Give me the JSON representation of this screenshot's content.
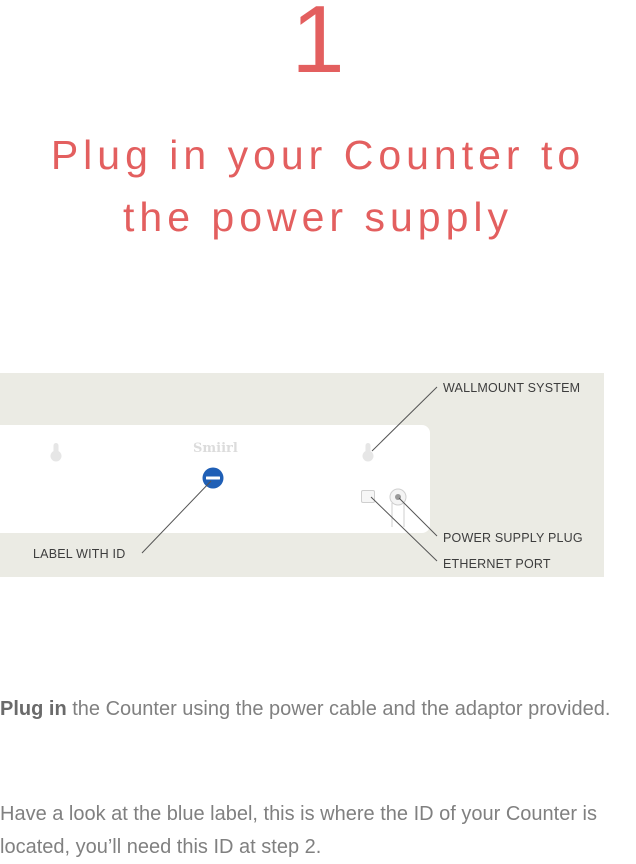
{
  "step": {
    "number": "1",
    "title_line1": "Plug in your Counter to",
    "title_line2": "the power supply"
  },
  "diagram": {
    "brand": "Smiirl",
    "callouts": {
      "wallmount": "WALLMOUNT SYSTEM",
      "power_plug": "POWER SUPPLY PLUG",
      "ethernet": "ETHERNET PORT",
      "label_id": "LABEL WITH ID"
    }
  },
  "instructions": {
    "para1_bold": "Plug in",
    "para1_rest": " the Counter using the power cable and the adaptor provided.",
    "para2": "Have a look at the blue label, this is where the ID of your Counter is located, you’ll need this ID at step 2."
  },
  "colors": {
    "accent": "#e35f5f",
    "id_label": "#1f5fb6",
    "text": "#808080",
    "diagram_bg": "#ebebe4"
  }
}
